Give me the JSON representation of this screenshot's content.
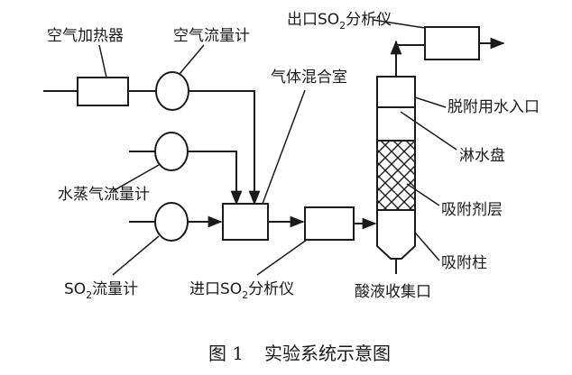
{
  "labels": {
    "air_heater": "空气加热器",
    "air_flowmeter": "空气流量计",
    "mixing_chamber": "气体混合室",
    "outlet_analyzer_pre": "出口SO",
    "outlet_analyzer_sub": "2",
    "outlet_analyzer_post": "分析仪",
    "desorption_inlet": "脱附用水入口",
    "spray_tray": "淋水盘",
    "steam_flowmeter": "水蒸气流量计",
    "adsorbent_layer": "吸附剂层",
    "adsorption_column": "吸附柱",
    "so2_flowmeter_pre": "SO",
    "so2_flowmeter_sub": "2",
    "so2_flowmeter_post": "流量计",
    "inlet_analyzer_pre": "进口SO",
    "inlet_analyzer_sub": "2",
    "inlet_analyzer_post": "分析仪",
    "acid_collection": "酸液收集口"
  },
  "caption": {
    "figure_number": "图 1",
    "title": "实验系统示意图"
  }
}
